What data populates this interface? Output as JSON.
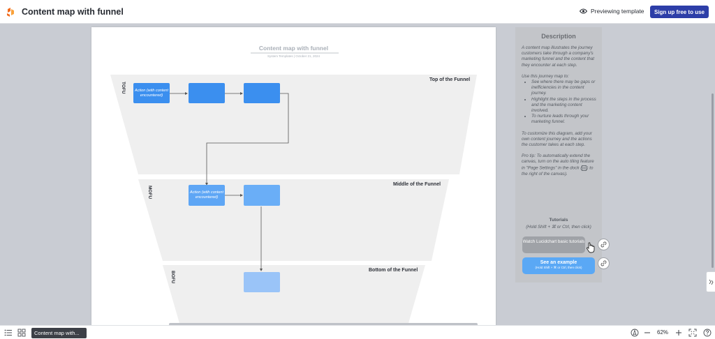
{
  "header": {
    "title": "Content map with funnel",
    "preview_label": "Previewing template",
    "signup_label": "Sign up free to use"
  },
  "diagram": {
    "title": "Content map with funnel",
    "subtitle": "System Templates  |  October 21, 2024",
    "bands": [
      {
        "label": "Top of the Funnel",
        "side": "TOFU"
      },
      {
        "label": "Middle of the Funnel",
        "side": "MOFU"
      },
      {
        "label": "Bottom of the Funnel",
        "side": "BOFU"
      }
    ],
    "node_text": "Action (with content encountered)",
    "colors": {
      "tofu": "#3b8fef",
      "mofu": "#5ea6f5",
      "bofu": "#9ac4f8",
      "band": "#efefef"
    }
  },
  "description": {
    "title": "Description",
    "intro": "A content map illustrates the journey  customers take through a company's marketing funnel and the content that they encounter at each step.",
    "use_heading": "Use this journey map to:",
    "bullets": [
      "See where there may be gaps or inefficiencies in the content journey.",
      "Highlight the steps in the process and the marketing content involved.",
      "To nurture leads through your marketing funnel."
    ],
    "customize": "To customize this diagram, add your own content journey and the actions the customer takes at each step.",
    "protip": "Pro tip: To automatically extend the canvas, turn on the auto tiling feature in \"Page Settings\" in the dock (",
    "protip_end": ") to the right of the canvas).",
    "tutorials_title": "Tutorials",
    "tutorials_hint": "(Hold Shift + ⌘ or Ctrl, then click)",
    "watch_label": "Watch Lucidchart basic tutorials",
    "example_label": "See an example",
    "example_hint": "(Hold Shift + ⌘ or Ctrl, then click)"
  },
  "bottom": {
    "doc_tab": "Content map with...",
    "zoom": "62%"
  }
}
